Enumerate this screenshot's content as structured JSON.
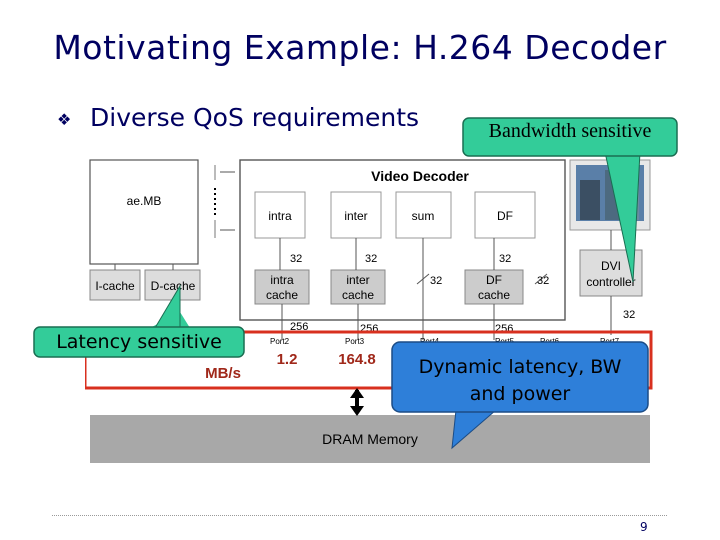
{
  "slide": {
    "title": "Motivating Example: H.264 Decoder",
    "bullet": "Diverse QoS requirements",
    "page_number": "9"
  },
  "diagram": {
    "video_decoder_label": "Video Decoder",
    "modules": [
      "intra",
      "inter",
      "sum",
      "DF"
    ],
    "caches": [
      "intra cache",
      "inter cache",
      "DF cache"
    ],
    "ae_mb": "ae.MB",
    "icache": "I-cache",
    "dcache": "D-cache",
    "dvi_controller": "DVI controller",
    "dram": "DRAM Memory",
    "bus_widths": [
      "32",
      "32",
      "32",
      "32",
      "32",
      "32",
      "256",
      "256",
      "256"
    ],
    "ports": [
      "Port2",
      "Port3",
      "Port4",
      "Port5",
      "Port6",
      "Port7"
    ],
    "bandwidth_values": [
      "1.2",
      "164.8"
    ],
    "bandwidth_unit": "MB/s"
  },
  "callouts": {
    "bandwidth": "Bandwidth sensitive",
    "latency": "Latency sensitive",
    "dynamic_line1": "Dynamic latency, BW",
    "dynamic_line2": "and power"
  },
  "colors": {
    "title": "#000060",
    "callout_green": "#33cc99",
    "bus_red": "#d8301f",
    "dram_gray": "#a8a8a8"
  }
}
